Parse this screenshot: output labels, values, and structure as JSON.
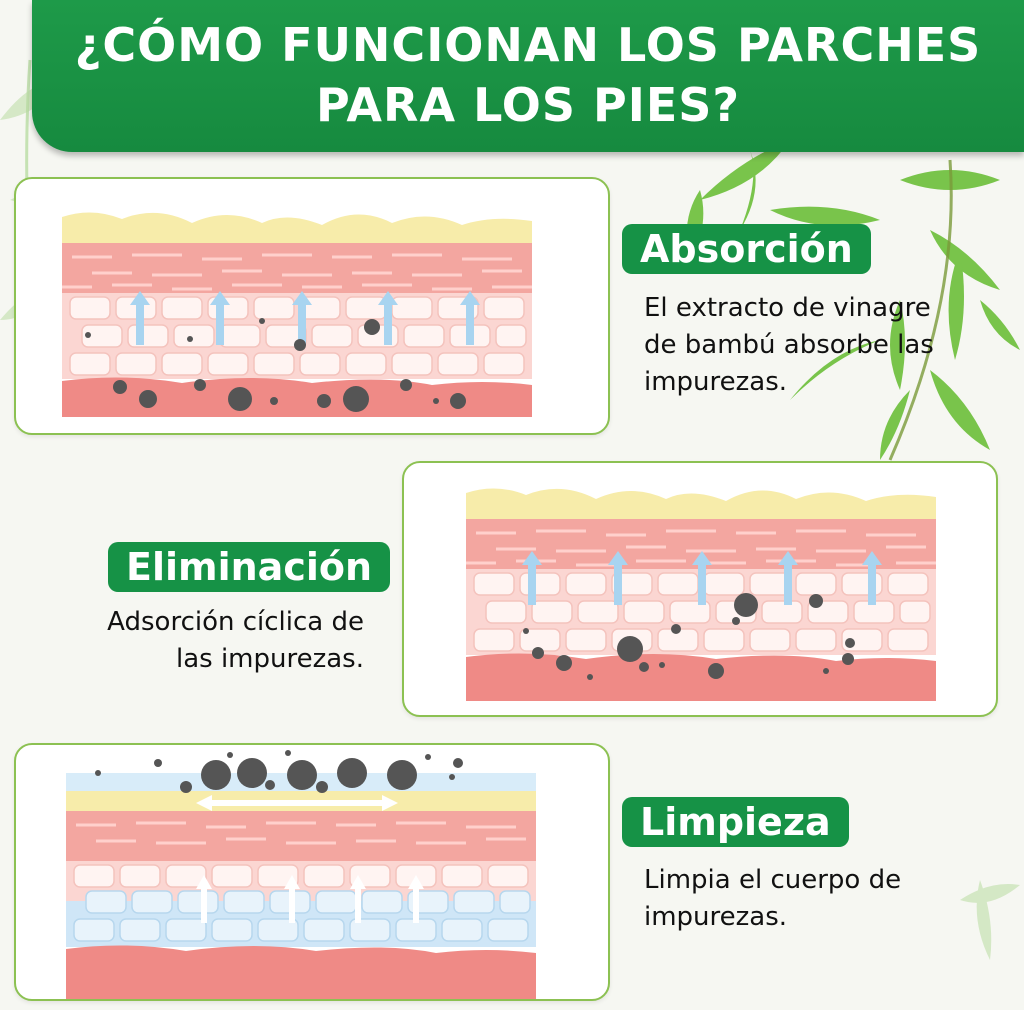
{
  "title": {
    "line1": "¿CÓMO FUNCIONAN LOS PARCHES",
    "line2": "PARA LOS PIES?"
  },
  "sections": [
    {
      "heading": "Absorción",
      "text": [
        "El extracto de vinagre",
        "de bambú absorbe las",
        "impurezas."
      ]
    },
    {
      "heading": "Eliminación",
      "text": [
        "Adsorción cíclica de",
        "las impurezas."
      ]
    },
    {
      "heading": "Limpieza",
      "text": [
        "Limpia el cuerpo de",
        "impurezas."
      ]
    }
  ],
  "colors": {
    "banner_green": "#169246",
    "panel_border": "#8cc152",
    "skin_top": "#f7ecaa",
    "skin_layer": "#f3a6a0",
    "skin_deep": "#ef8a86",
    "cell_fill": "#fff4f2",
    "arrow_blue": "#a8d4f0",
    "particle": "#555555",
    "clean_blue": "#cfe6f7"
  },
  "icons": [
    "bamboo-leaf-icon",
    "up-arrow-icon",
    "double-arrow-icon",
    "impurity-particle-icon"
  ]
}
